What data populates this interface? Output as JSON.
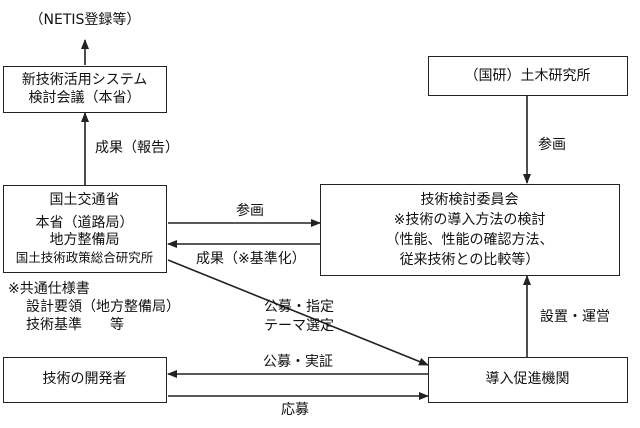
{
  "top_note": "（NETIS登録等）",
  "netis_box": {
    "line1": "新技術活用システム",
    "line2": "検討会議（本省）"
  },
  "pwri_box": {
    "label": "（国研）土木研究所"
  },
  "mlit_box": {
    "title": "国土交通省",
    "line1": "本省（道路局）",
    "line2": "地方整備局",
    "line3": "国土技術政策総合研究所"
  },
  "committee_box": {
    "title": "技術検討委員会",
    "line1": "※技術の導入方法の検討",
    "line2": "（性能、性能の確認方法、",
    "line3": "従来技術との比較等）"
  },
  "developer_box": {
    "label": "技術の開発者"
  },
  "promotion_box": {
    "label": "導入促進機関"
  },
  "notes": {
    "line1": "※共通仕様書",
    "line2": "設計要領（地方整備局）",
    "line3": "技術基準　　等"
  },
  "arrow_labels": {
    "results_report": "成果（報告）",
    "participation_pwri": "参画",
    "participation_mlit": "参画",
    "results_standard": "成果（※基準化）",
    "recruit_theme1": "公募・指定",
    "recruit_theme2": "テーマ選定",
    "setup_operation": "設置・運営",
    "recruit_verify": "公募・実証",
    "apply": "応募"
  }
}
